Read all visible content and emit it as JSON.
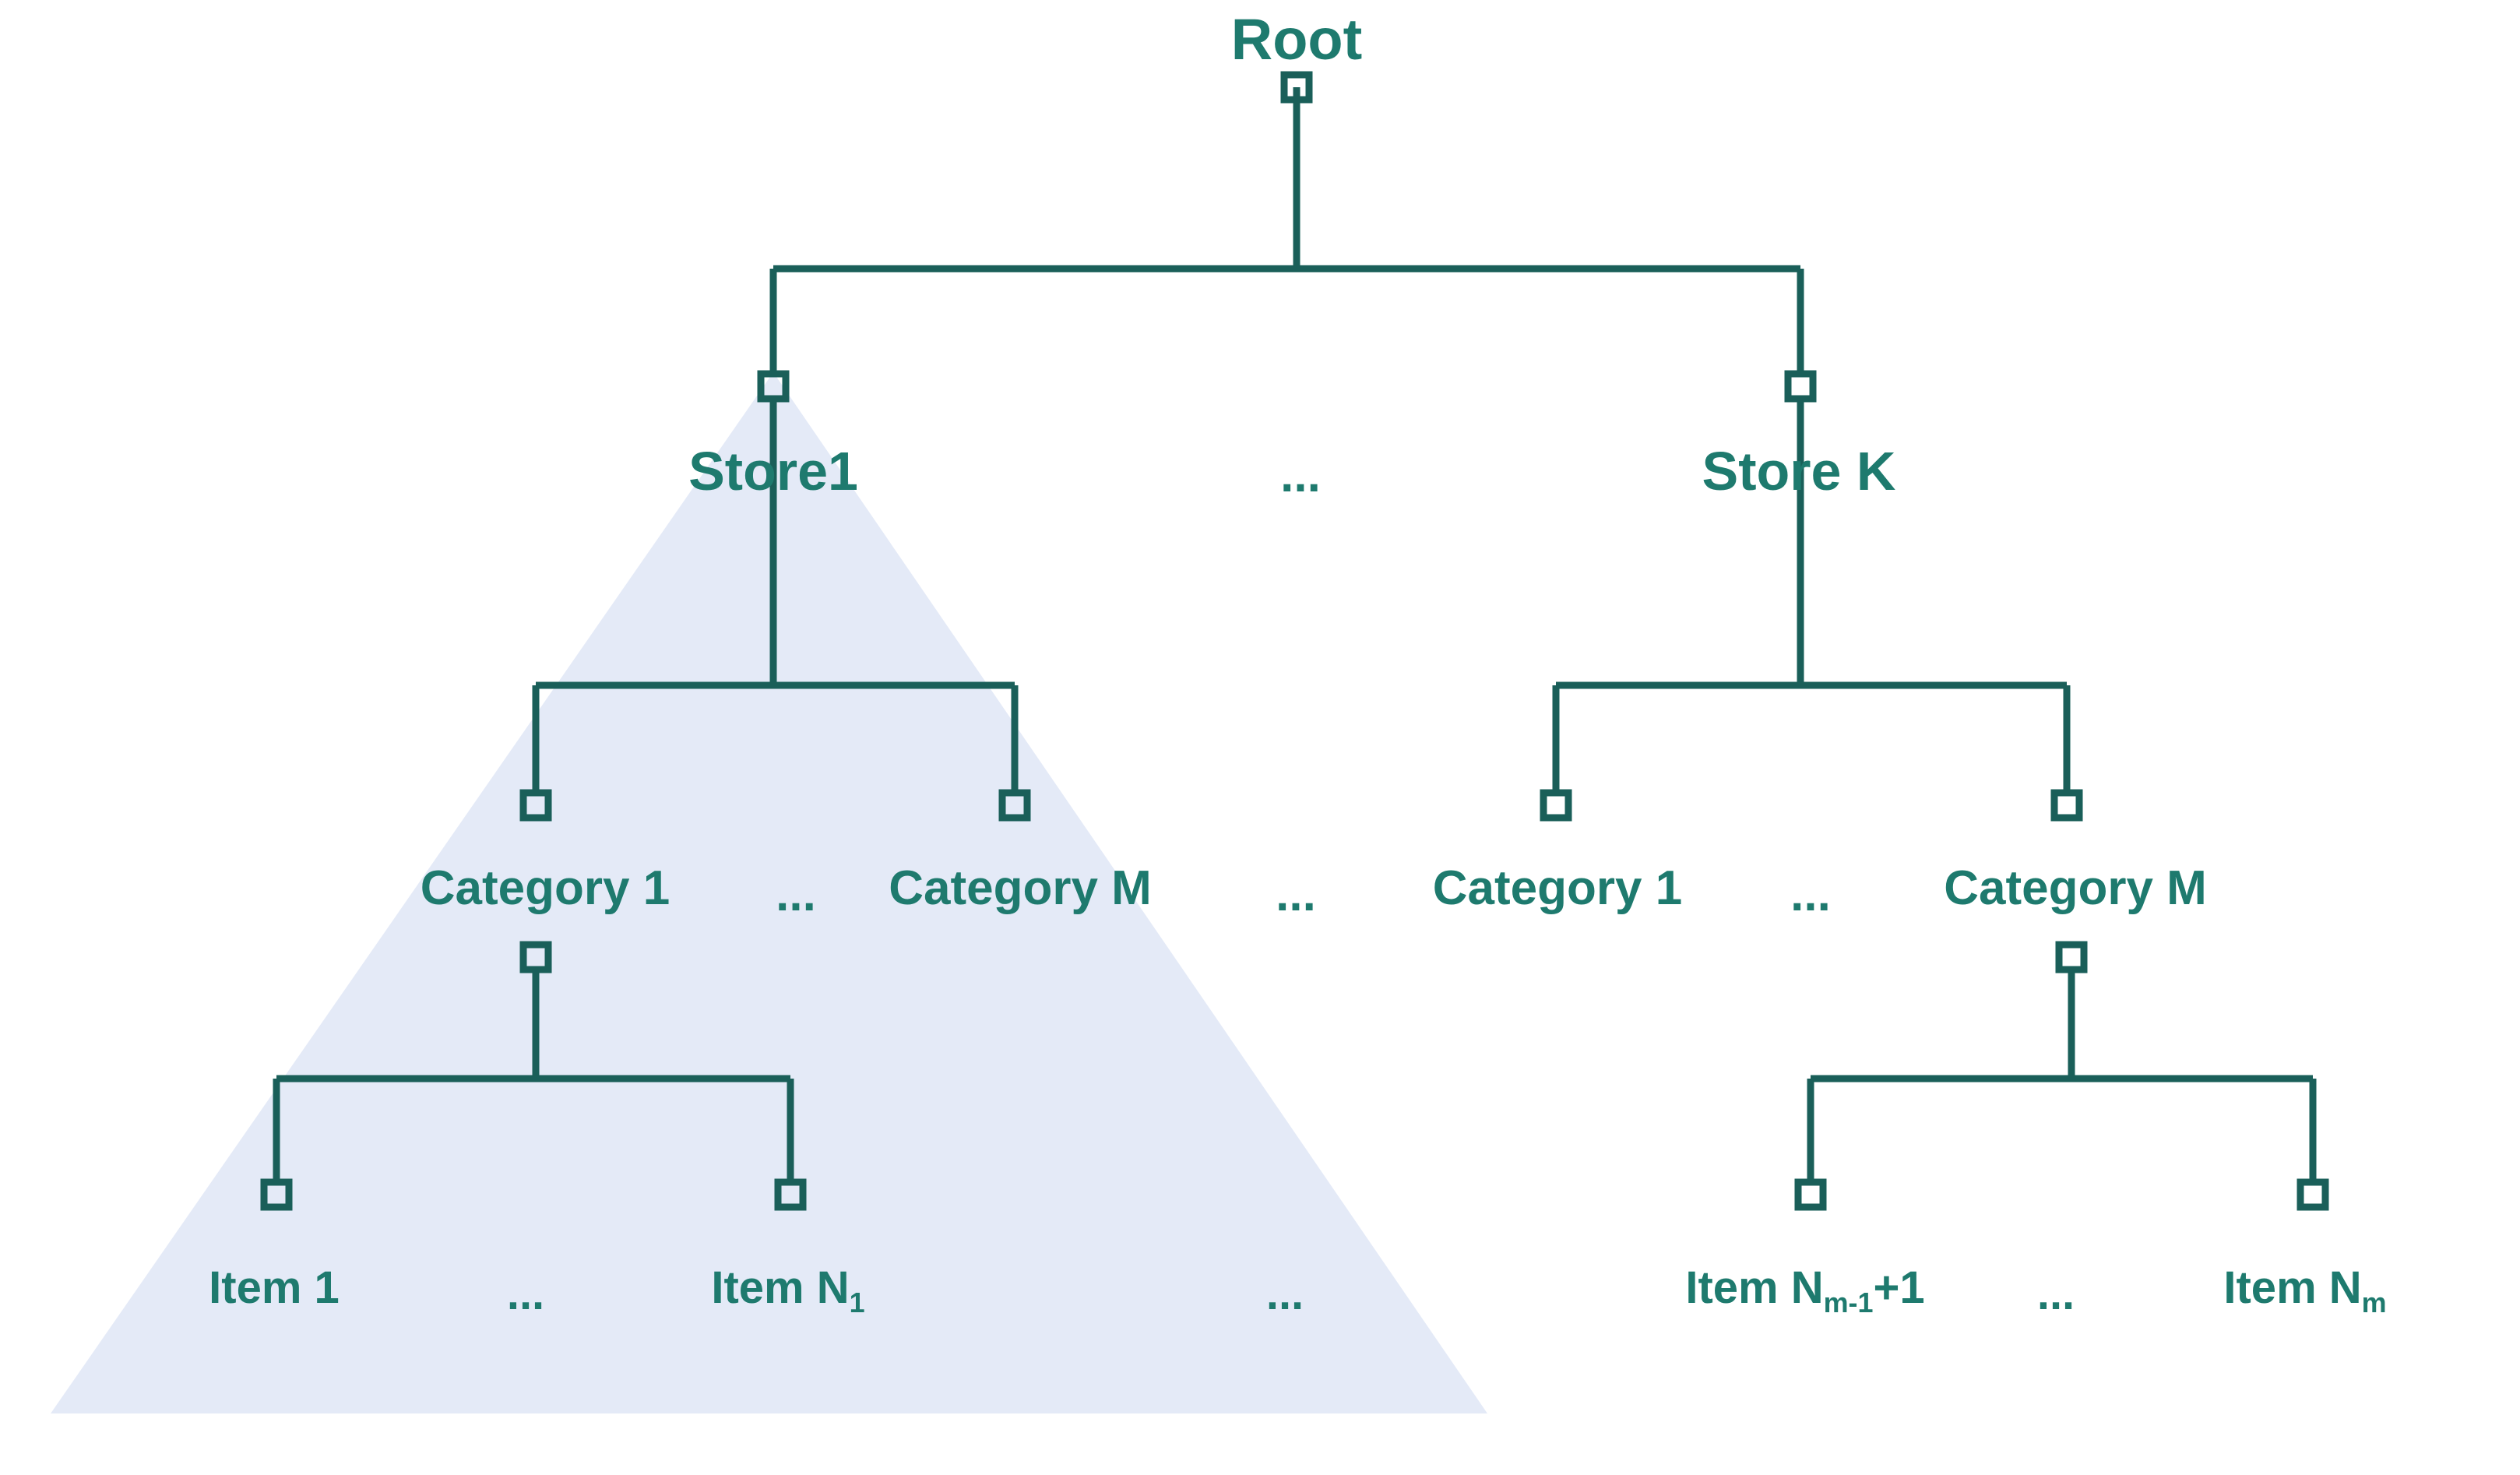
{
  "diagram": {
    "title": "Hierarchical product tree",
    "colors": {
      "text": "#1E7A6E",
      "edge": "#1A5F59",
      "node_stroke": "#1A5F59",
      "highlight_triangle": "#E4EAF7",
      "background": "#FFFFFF"
    },
    "levels": {
      "root": {
        "label": "Root"
      },
      "stores": {
        "left": "Store1",
        "ellipsis": "...",
        "right": "Store K"
      },
      "categories": {
        "left_first": "Category 1",
        "left_ellipsis": "...",
        "left_last": "Category M",
        "mid_ellipsis": "...",
        "right_first": "Category 1",
        "right_ellipsis": "...",
        "right_last": "Category M"
      },
      "items": {
        "left_first": "Item 1",
        "left_ellipsis": "...",
        "left_last_prefix": "Item N",
        "left_last_sub": "1",
        "mid_ellipsis": "...",
        "right_first_prefix": "Item N",
        "right_first_sub": "m-1",
        "right_first_suffix": "+1",
        "right_ellipsis": "...",
        "right_last_prefix": "Item N",
        "right_last_sub": "m"
      }
    }
  }
}
